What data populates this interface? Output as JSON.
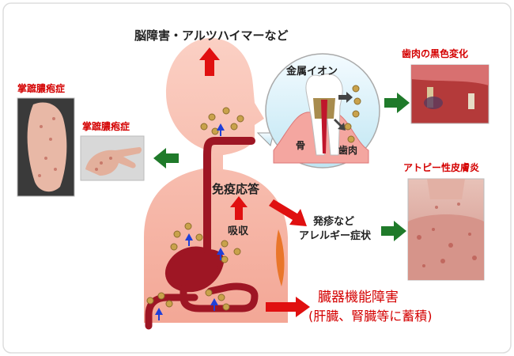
{
  "labels": {
    "brain": "脳障害・アルツハイマーなど",
    "metal_ion": "金属イオン",
    "bone": "骨",
    "gum": "歯肉",
    "gum_discoloration": "歯肉の黒色変化",
    "palmoplantar_1": "掌蹠膿疱症",
    "palmoplantar_2": "掌蹠膿疱症",
    "immune": "免疫応答",
    "absorption": "吸収",
    "rash_line1": "発疹など",
    "rash_line2": "アレルギー症状",
    "atopic": "アトピー性皮膚炎",
    "organ_line1": "臓器機能障害",
    "organ_line2": "(肝臓、腎臓等に蓄積)"
  },
  "colors": {
    "body": "#f7b3a3",
    "organ": "#9e1624",
    "ion": "#c9a24b",
    "arrow_red": "#e01010",
    "arrow_blue": "#1f3fd8",
    "arrow_green": "#1f7a2a",
    "text_red": "#d40000"
  }
}
